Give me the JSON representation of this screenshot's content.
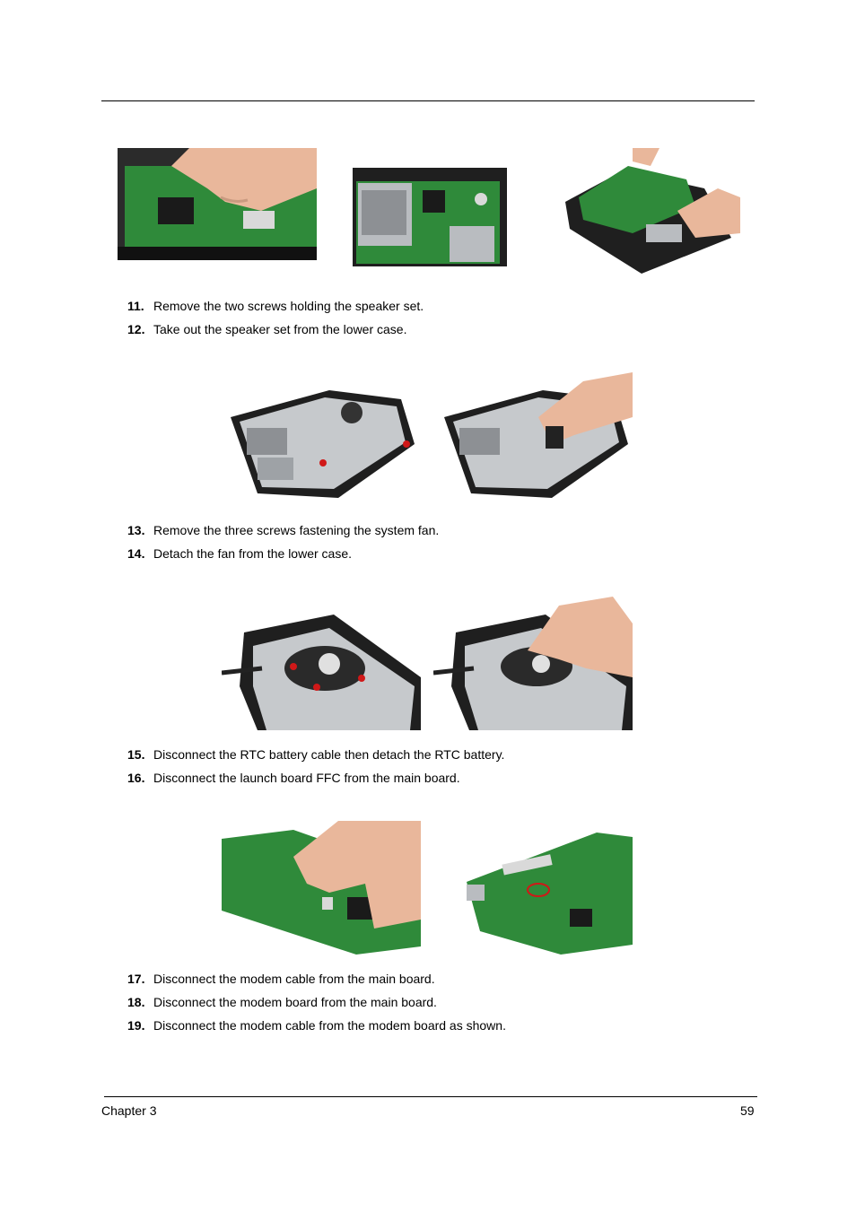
{
  "steps": [
    {
      "num": "11.",
      "text": "Remove the two screws holding the speaker set."
    },
    {
      "num": "12.",
      "text": "Take out the speaker set from the lower case."
    },
    {
      "num": "13.",
      "text": "Remove the three screws fastening the system fan."
    },
    {
      "num": "14.",
      "text": "Detach the fan from the lower case."
    },
    {
      "num": "15.",
      "text": "Disconnect the RTC battery cable then detach the RTC battery."
    },
    {
      "num": "16.",
      "text": "Disconnect the launch board FFC from the main board."
    },
    {
      "num": "17.",
      "text": "Disconnect the modem cable from the main board."
    },
    {
      "num": "18.",
      "text": "Disconnect the modem board from the main board."
    },
    {
      "num": "19.",
      "text": "Disconnect the modem cable from the modem board as shown."
    }
  ],
  "footer": {
    "chapter": "Chapter 3",
    "page": "59"
  },
  "colors": {
    "board_green": "#2f8a3a",
    "case_black": "#1f1f1f",
    "metal": "#b9bcc0",
    "skin": "#e9b79b",
    "marker_red": "#d01818"
  }
}
